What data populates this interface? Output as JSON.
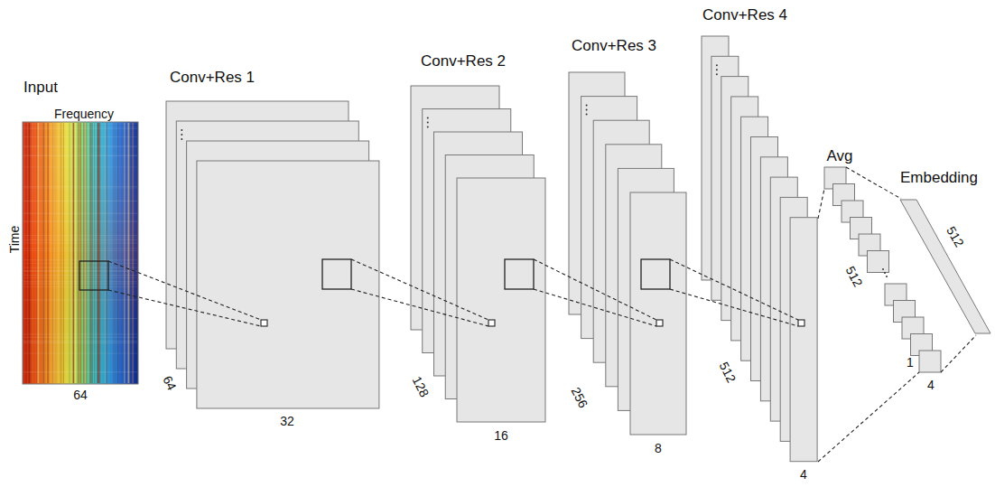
{
  "diagram": {
    "nodes": [
      {
        "text": [
          "Input",
          "Frequency",
          "Time",
          "64"
        ]
      },
      {
        "text": [
          "Conv+Res 1",
          "64",
          "32"
        ]
      },
      {
        "text": [
          "Conv+Res 2",
          "128",
          "16"
        ]
      },
      {
        "text": [
          "Conv+Res 3",
          "256",
          "8"
        ]
      },
      {
        "text": [
          "Conv+Res 4",
          "512",
          "4"
        ]
      },
      {
        "text": [
          "Avg",
          "512",
          "1",
          "4"
        ]
      },
      {
        "text": [
          "Embedding",
          "512"
        ]
      }
    ],
    "edges": [
      {
        "from": 0,
        "to": 1,
        "arrow": "none"
      },
      {
        "from": 1,
        "to": 2,
        "arrow": "none"
      },
      {
        "from": 2,
        "to": 3,
        "arrow": "none"
      },
      {
        "from": 3,
        "to": 4,
        "arrow": "none"
      },
      {
        "from": 4,
        "to": 5,
        "arrow": "none"
      },
      {
        "from": 5,
        "to": 6,
        "arrow": "none"
      }
    ]
  }
}
